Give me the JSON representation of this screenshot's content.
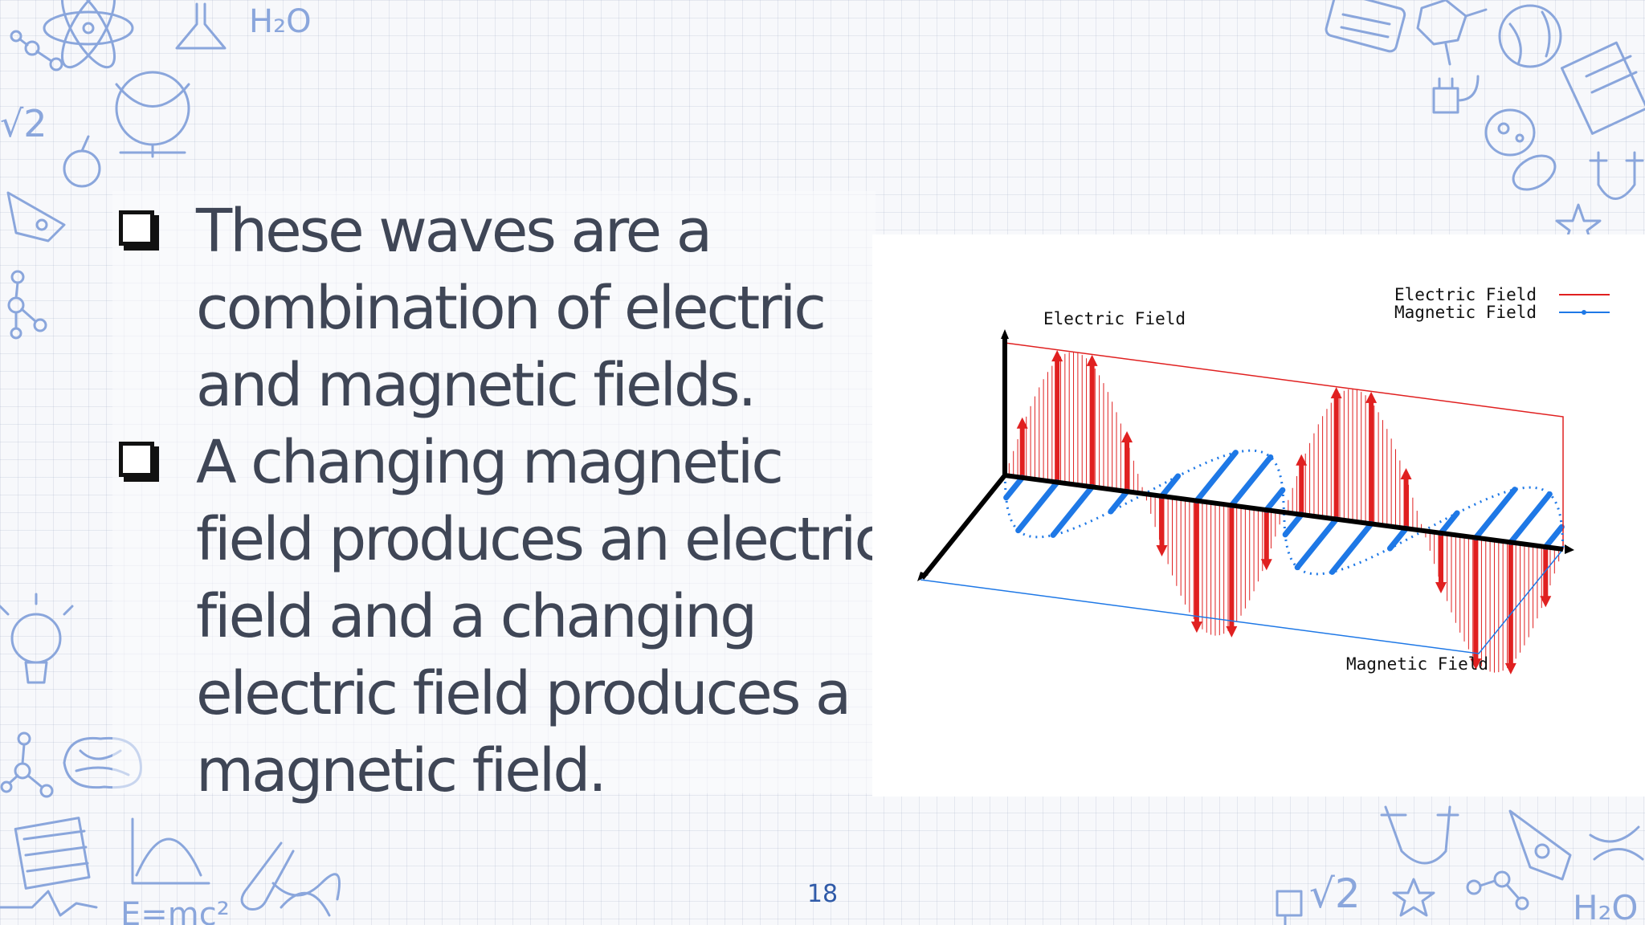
{
  "slide": {
    "bullets": [
      {
        "text": "These waves are a combination of electric and magnetic fields."
      },
      {
        "text": "A changing magnetic field produces an electric field and a changing electric field produces a magnetic field."
      }
    ],
    "page_number": "18"
  },
  "diagram": {
    "electric_label": "Electric Field",
    "magnetic_label": "Magnetic Field",
    "legend": [
      {
        "label": "Electric Field",
        "color": "#e02020"
      },
      {
        "label": "Magnetic Field",
        "color": "#1e78e6"
      }
    ],
    "cycles": 2
  },
  "colors": {
    "text": "#3f4656",
    "accent": "#2f5aa8",
    "doodle": "#8aa6dc"
  },
  "doodles": {
    "formula": "E=mc²",
    "water": "H₂O",
    "root": "√2"
  }
}
